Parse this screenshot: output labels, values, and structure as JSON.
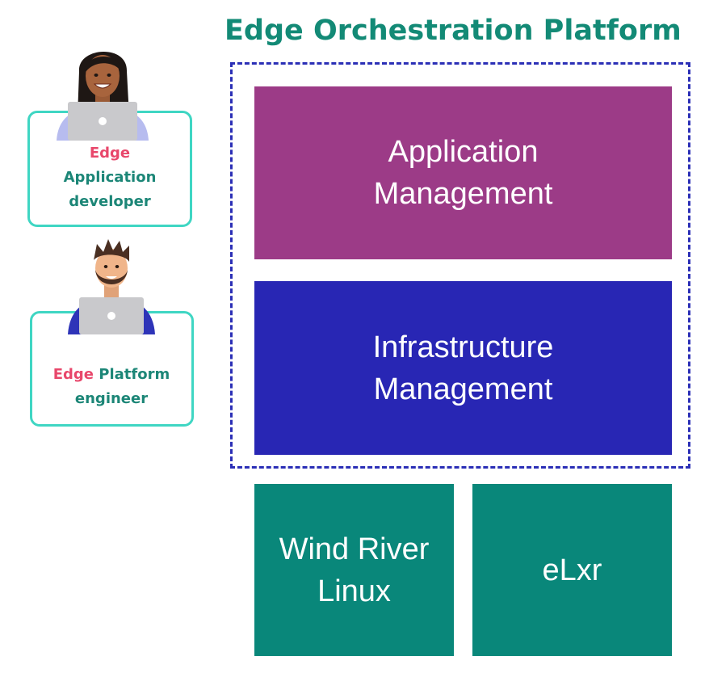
{
  "title": "Edge Orchestration Platform",
  "layers": {
    "application": {
      "line1": "Application",
      "line2": "Management",
      "color": "#9c3b87"
    },
    "infrastructure": {
      "line1": "Infrastructure",
      "line2": "Management",
      "color": "#2826b4"
    }
  },
  "operating_systems": [
    {
      "line1": "Wind River",
      "line2": "Linux",
      "color": "#09877a"
    },
    {
      "line1": "eLxr",
      "color": "#09877a"
    }
  ],
  "personas": {
    "developer": {
      "accent_word": "Edge",
      "line2": "Application",
      "line3": "developer",
      "avatar_icon": "woman-with-laptop-icon"
    },
    "engineer": {
      "accent_word": "Edge",
      "rest_word": "Platform",
      "line2": "engineer",
      "avatar_icon": "man-with-laptop-icon"
    }
  },
  "colors": {
    "title": "#138a76",
    "frame": "#2b2fb6",
    "card_border": "#3fd6c3",
    "accent": "#e8476b",
    "persona_text": "#1c8677"
  }
}
